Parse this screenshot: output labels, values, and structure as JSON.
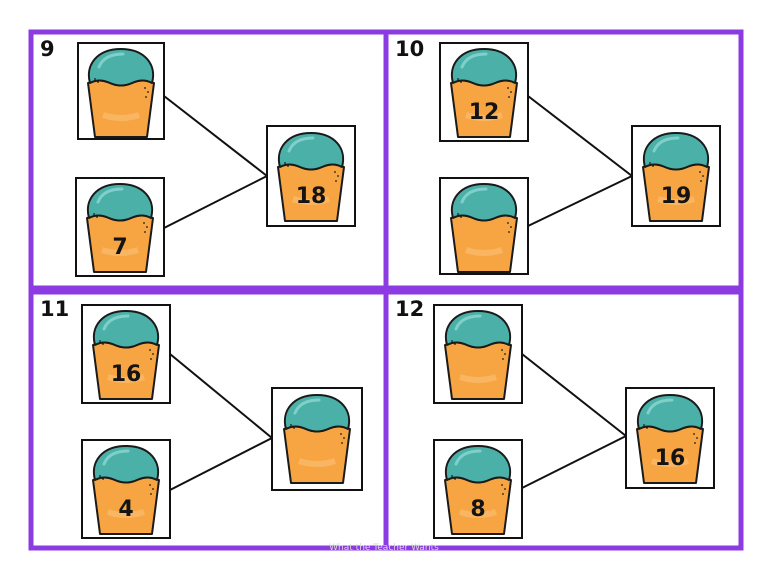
{
  "footer": {
    "credit": "What the Teacher Wants"
  },
  "colors": {
    "frame_purple": "#8c3be2",
    "cup_orange": "#f7a543",
    "frosting_teal": "#4ab0a8",
    "outline": "#1a1a1a",
    "connector_line": "#111111"
  },
  "icons": {
    "cupcake": "cupcake-icon"
  },
  "cards": [
    {
      "number": "9",
      "top_part": "",
      "bottom_part": "7",
      "whole": "18"
    },
    {
      "number": "10",
      "top_part": "12",
      "bottom_part": "",
      "whole": "19"
    },
    {
      "number": "11",
      "top_part": "16",
      "bottom_part": "4",
      "whole": ""
    },
    {
      "number": "12",
      "top_part": "",
      "bottom_part": "8",
      "whole": "16"
    }
  ]
}
